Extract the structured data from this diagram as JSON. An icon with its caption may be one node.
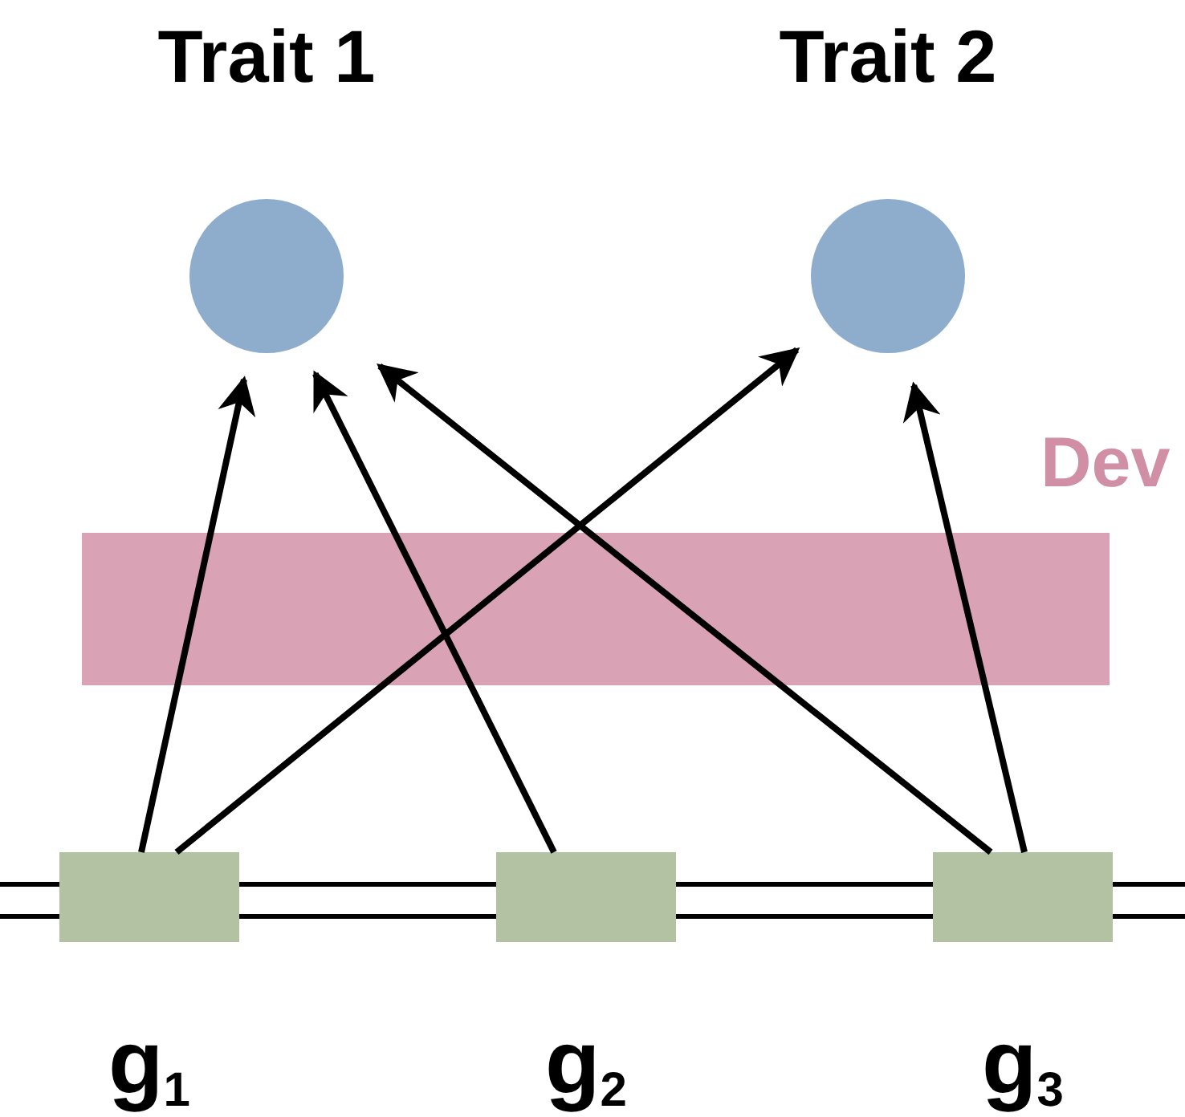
{
  "diagram": {
    "nodes": [
      {
        "text": [
          "Trait 1"
        ]
      },
      {
        "text": [
          "Trait 2"
        ]
      },
      {
        "text": [
          "g$_{1}$"
        ]
      },
      {
        "text": [
          "g$_{2}$"
        ]
      },
      {
        "text": [
          "g$_{3}$"
        ]
      }
    ],
    "edges": [
      {
        "from": 2,
        "to": 0,
        "arrow": "to"
      },
      {
        "from": 2,
        "to": 1,
        "arrow": "to"
      },
      {
        "from": 3,
        "to": 0,
        "arrow": "to"
      },
      {
        "from": 4,
        "to": 0,
        "arrow": "to"
      },
      {
        "from": 4,
        "to": 1,
        "arrow": "to"
      }
    ],
    "labels": [
      "Dev"
    ]
  }
}
